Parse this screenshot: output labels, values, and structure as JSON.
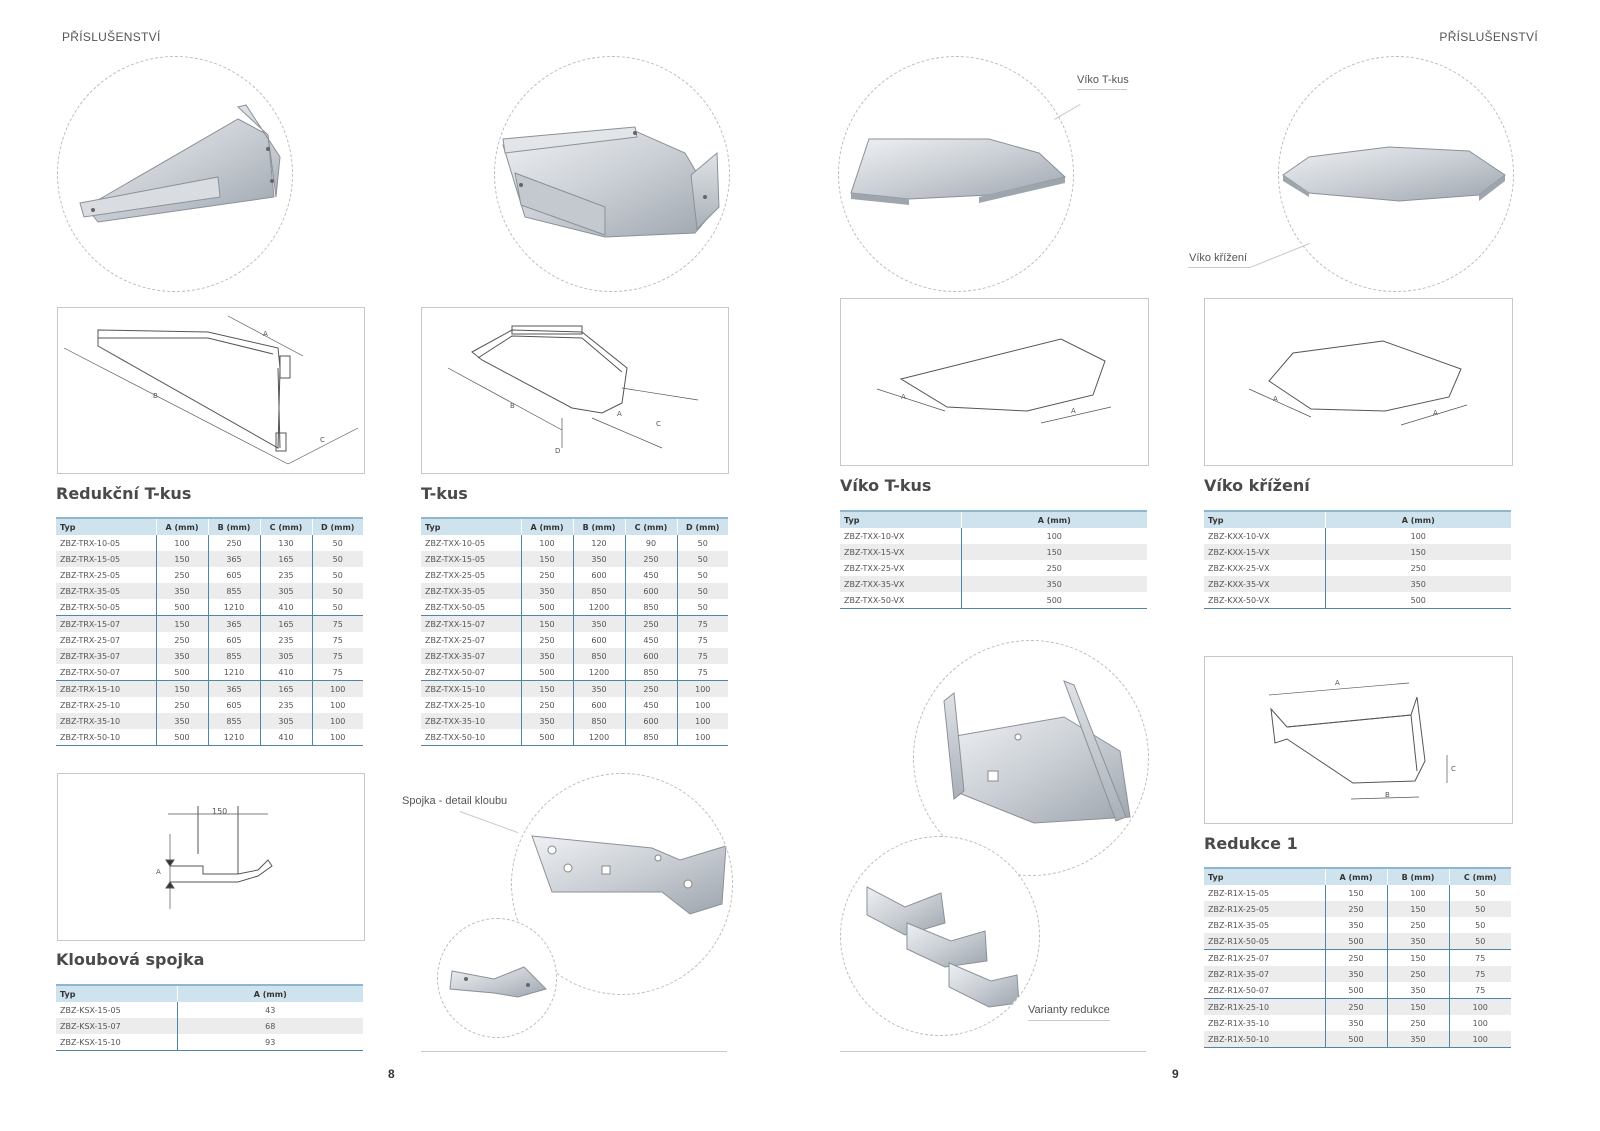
{
  "header": {
    "left": "PŘÍSLUŠENSTVÍ",
    "right": "PŘÍSLUŠENSTVÍ"
  },
  "page_numbers": {
    "left": "8",
    "right": "9"
  },
  "diagram_labels": {
    "A": "A",
    "B": "B",
    "C": "C",
    "D": "D",
    "dim150": "150"
  },
  "callouts": {
    "viko_tkus": "Víko T-kus",
    "viko_krizeni": "Víko křížení",
    "spojka_detail": "Spojka - detail kloubu",
    "varianty_redukce": "Varianty redukce"
  },
  "sections": {
    "redukcni_tkus": {
      "title": "Redukční T-kus",
      "headers": [
        "Typ",
        "A (mm)",
        "B (mm)",
        "C (mm)",
        "D (mm)"
      ],
      "rows": [
        [
          "ZBZ-TRX-10-05",
          "100",
          "250",
          "130",
          "50"
        ],
        [
          "ZBZ-TRX-15-05",
          "150",
          "365",
          "165",
          "50"
        ],
        [
          "ZBZ-TRX-25-05",
          "250",
          "605",
          "235",
          "50"
        ],
        [
          "ZBZ-TRX-35-05",
          "350",
          "855",
          "305",
          "50"
        ],
        [
          "ZBZ-TRX-50-05",
          "500",
          "1210",
          "410",
          "50"
        ],
        [
          "ZBZ-TRX-15-07",
          "150",
          "365",
          "165",
          "75"
        ],
        [
          "ZBZ-TRX-25-07",
          "250",
          "605",
          "235",
          "75"
        ],
        [
          "ZBZ-TRX-35-07",
          "350",
          "855",
          "305",
          "75"
        ],
        [
          "ZBZ-TRX-50-07",
          "500",
          "1210",
          "410",
          "75"
        ],
        [
          "ZBZ-TRX-15-10",
          "150",
          "365",
          "165",
          "100"
        ],
        [
          "ZBZ-TRX-25-10",
          "250",
          "605",
          "235",
          "100"
        ],
        [
          "ZBZ-TRX-35-10",
          "350",
          "855",
          "305",
          "100"
        ],
        [
          "ZBZ-TRX-50-10",
          "500",
          "1210",
          "410",
          "100"
        ]
      ]
    },
    "tkus": {
      "title": "T-kus",
      "headers": [
        "Typ",
        "A (mm)",
        "B (mm)",
        "C (mm)",
        "D (mm)"
      ],
      "rows": [
        [
          "ZBZ-TXX-10-05",
          "100",
          "120",
          "90",
          "50"
        ],
        [
          "ZBZ-TXX-15-05",
          "150",
          "350",
          "250",
          "50"
        ],
        [
          "ZBZ-TXX-25-05",
          "250",
          "600",
          "450",
          "50"
        ],
        [
          "ZBZ-TXX-35-05",
          "350",
          "850",
          "600",
          "50"
        ],
        [
          "ZBZ-TXX-50-05",
          "500",
          "1200",
          "850",
          "50"
        ],
        [
          "ZBZ-TXX-15-07",
          "150",
          "350",
          "250",
          "75"
        ],
        [
          "ZBZ-TXX-25-07",
          "250",
          "600",
          "450",
          "75"
        ],
        [
          "ZBZ-TXX-35-07",
          "350",
          "850",
          "600",
          "75"
        ],
        [
          "ZBZ-TXX-50-07",
          "500",
          "1200",
          "850",
          "75"
        ],
        [
          "ZBZ-TXX-15-10",
          "150",
          "350",
          "250",
          "100"
        ],
        [
          "ZBZ-TXX-25-10",
          "250",
          "600",
          "450",
          "100"
        ],
        [
          "ZBZ-TXX-35-10",
          "350",
          "850",
          "600",
          "100"
        ],
        [
          "ZBZ-TXX-50-10",
          "500",
          "1200",
          "850",
          "100"
        ]
      ]
    },
    "kloubova_spojka": {
      "title": "Kloubová spojka",
      "headers": [
        "Typ",
        "A (mm)"
      ],
      "rows": [
        [
          "ZBZ-KSX-15-05",
          "43"
        ],
        [
          "ZBZ-KSX-15-07",
          "68"
        ],
        [
          "ZBZ-KSX-15-10",
          "93"
        ]
      ]
    },
    "viko_tkus": {
      "title": "Víko T-kus",
      "headers": [
        "Typ",
        "A (mm)"
      ],
      "rows": [
        [
          "ZBZ-TXX-10-VX",
          "100"
        ],
        [
          "ZBZ-TXX-15-VX",
          "150"
        ],
        [
          "ZBZ-TXX-25-VX",
          "250"
        ],
        [
          "ZBZ-TXX-35-VX",
          "350"
        ],
        [
          "ZBZ-TXX-50-VX",
          "500"
        ]
      ]
    },
    "viko_krizeni": {
      "title": "Víko křížení",
      "headers": [
        "Typ",
        "A (mm)"
      ],
      "rows": [
        [
          "ZBZ-KXX-10-VX",
          "100"
        ],
        [
          "ZBZ-KXX-15-VX",
          "150"
        ],
        [
          "ZBZ-KXX-25-VX",
          "250"
        ],
        [
          "ZBZ-KXX-35-VX",
          "350"
        ],
        [
          "ZBZ-KXX-50-VX",
          "500"
        ]
      ]
    },
    "redukce1": {
      "title": "Redukce 1",
      "headers": [
        "Typ",
        "A (mm)",
        "B (mm)",
        "C (mm)"
      ],
      "rows": [
        [
          "ZBZ-R1X-15-05",
          "150",
          "100",
          "50"
        ],
        [
          "ZBZ-R1X-25-05",
          "250",
          "150",
          "50"
        ],
        [
          "ZBZ-R1X-35-05",
          "350",
          "250",
          "50"
        ],
        [
          "ZBZ-R1X-50-05",
          "500",
          "350",
          "50"
        ],
        [
          "ZBZ-R1X-25-07",
          "250",
          "150",
          "75"
        ],
        [
          "ZBZ-R1X-35-07",
          "350",
          "250",
          "75"
        ],
        [
          "ZBZ-R1X-50-07",
          "500",
          "350",
          "75"
        ],
        [
          "ZBZ-R1X-25-10",
          "250",
          "150",
          "100"
        ],
        [
          "ZBZ-R1X-35-10",
          "350",
          "250",
          "100"
        ],
        [
          "ZBZ-R1X-50-10",
          "500",
          "350",
          "100"
        ]
      ]
    }
  }
}
